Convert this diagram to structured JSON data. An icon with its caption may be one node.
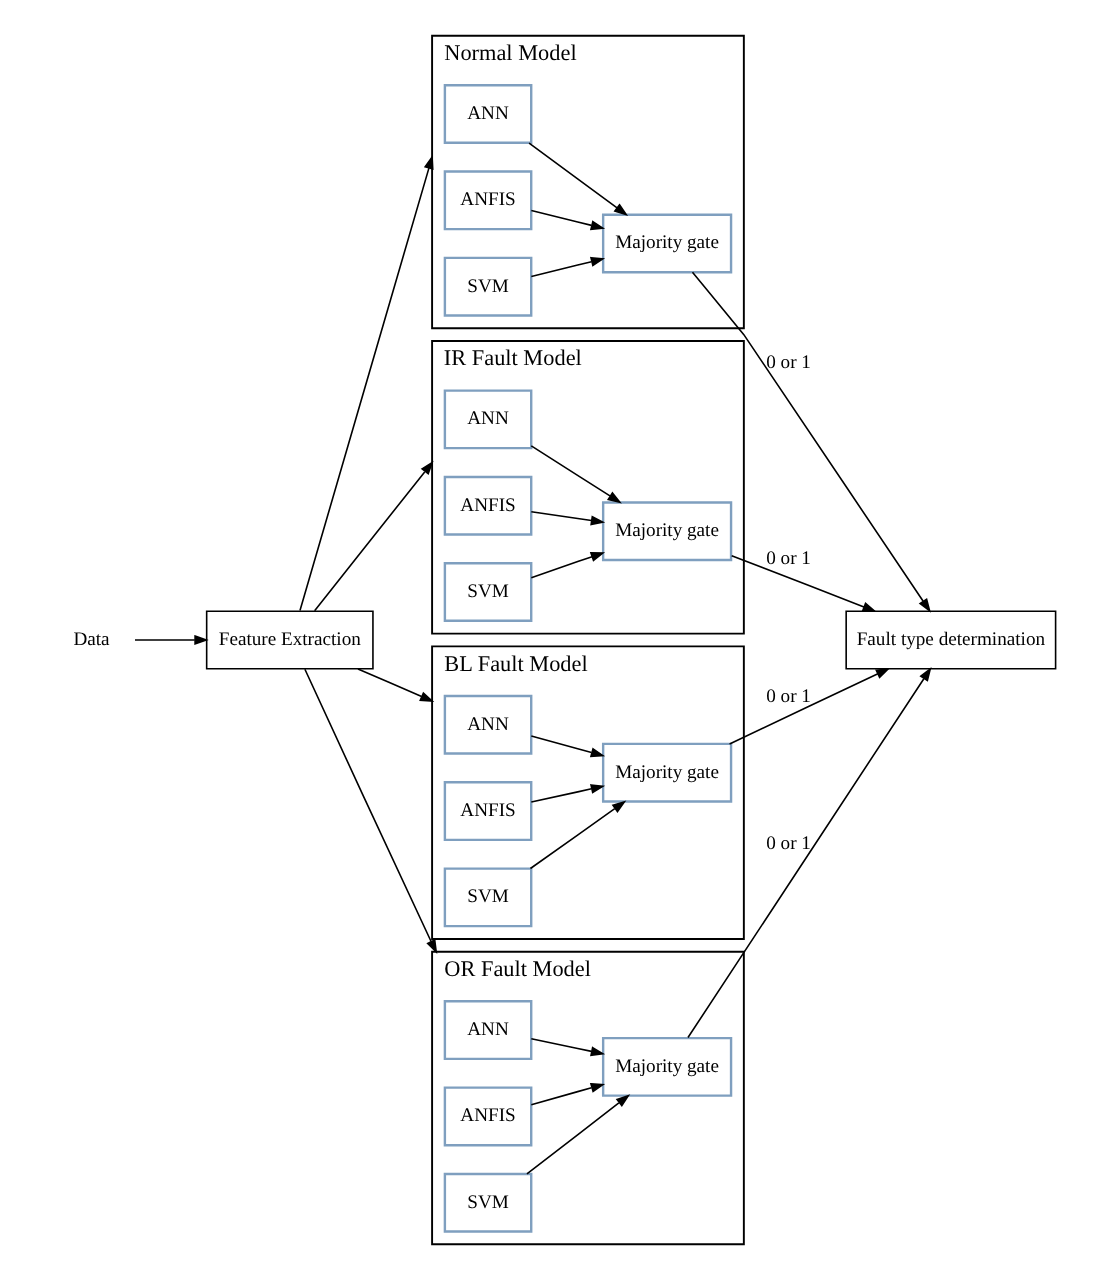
{
  "diagram": {
    "nodes": [
      {
        "text": [
          "Data"
        ]
      },
      {
        "text": [
          "Feature Extraction"
        ]
      },
      {
        "text": [
          "Normal Model"
        ]
      },
      {
        "text": [
          "ANN"
        ],
        "in": 2
      },
      {
        "text": [
          "ANFIS"
        ],
        "in": 2
      },
      {
        "text": [
          "SVM"
        ],
        "in": 2
      },
      {
        "text": [
          "Majority gate"
        ],
        "in": 2
      },
      {
        "text": [
          "IR Fault Model"
        ]
      },
      {
        "text": [
          "ANN"
        ],
        "in": 7
      },
      {
        "text": [
          "ANFIS"
        ],
        "in": 7
      },
      {
        "text": [
          "SVM"
        ],
        "in": 7
      },
      {
        "text": [
          "Majority gate"
        ],
        "in": 7
      },
      {
        "text": [
          "BL Fault Model"
        ]
      },
      {
        "text": [
          "ANN"
        ],
        "in": 12
      },
      {
        "text": [
          "ANFIS"
        ],
        "in": 12
      },
      {
        "text": [
          "SVM"
        ],
        "in": 12
      },
      {
        "text": [
          "Majority gate"
        ],
        "in": 12
      },
      {
        "text": [
          "OR Fault Model"
        ]
      },
      {
        "text": [
          "ANN"
        ],
        "in": 17
      },
      {
        "text": [
          "ANFIS"
        ],
        "in": 17
      },
      {
        "text": [
          "SVM"
        ],
        "in": 17
      },
      {
        "text": [
          "Majority gate"
        ],
        "in": 17
      },
      {
        "text": [
          "Fault type determination"
        ]
      }
    ],
    "edges": [
      {
        "from": 0,
        "to": 1,
        "arrow": "to"
      },
      {
        "from": 1,
        "to": 2,
        "arrow": "to"
      },
      {
        "from": 1,
        "to": 7,
        "arrow": "to"
      },
      {
        "from": 1,
        "to": 12,
        "arrow": "to"
      },
      {
        "from": 1,
        "to": 17,
        "arrow": "to"
      },
      {
        "from": 3,
        "to": 6,
        "arrow": "to"
      },
      {
        "from": 4,
        "to": 6,
        "arrow": "to"
      },
      {
        "from": 5,
        "to": 6,
        "arrow": "to"
      },
      {
        "from": 8,
        "to": 11,
        "arrow": "to"
      },
      {
        "from": 9,
        "to": 11,
        "arrow": "to"
      },
      {
        "from": 10,
        "to": 11,
        "arrow": "to"
      },
      {
        "from": 13,
        "to": 16,
        "arrow": "to"
      },
      {
        "from": 14,
        "to": 16,
        "arrow": "to"
      },
      {
        "from": 15,
        "to": 16,
        "arrow": "to"
      },
      {
        "from": 18,
        "to": 21,
        "arrow": "to"
      },
      {
        "from": 19,
        "to": 21,
        "arrow": "to"
      },
      {
        "from": 20,
        "to": 21,
        "arrow": "to"
      },
      {
        "from": 6,
        "to": 22,
        "arrow": "to",
        "label": "0 or 1"
      },
      {
        "from": 11,
        "to": 22,
        "arrow": "to",
        "label": "0 or 1"
      },
      {
        "from": 16,
        "to": 22,
        "arrow": "to",
        "label": "0 or 1"
      },
      {
        "from": 21,
        "to": 22,
        "arrow": "to",
        "label": "0 or 1"
      }
    ]
  }
}
